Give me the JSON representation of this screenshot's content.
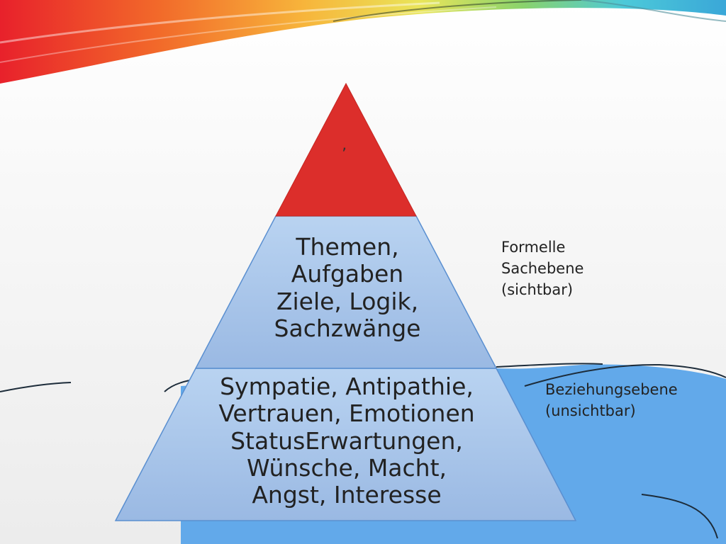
{
  "pyramid": {
    "top": {
      "text": "’",
      "color": "#dc2e2b"
    },
    "middle": {
      "lines": [
        "Themen,",
        "Aufgaben",
        "Ziele, Logik,",
        "Sachzwänge"
      ]
    },
    "bottom": {
      "lines": [
        "Sympatie, Antipathie,",
        "Vertrauen, Emotionen",
        "StatusErwartungen,",
        "Wünsche, Macht,",
        "Angst, Interesse"
      ]
    }
  },
  "labels": {
    "formal": {
      "lines": [
        "Formelle",
        "Sachebene",
        "(sichtbar)"
      ]
    },
    "relation": {
      "lines": [
        "Beziehungsebene",
        "(unsichtbar)"
      ]
    }
  },
  "colors": {
    "water": "#62a9ea",
    "pyramid_blue": "#a9c7ec",
    "pyramid_top": "#dc2e2b"
  }
}
